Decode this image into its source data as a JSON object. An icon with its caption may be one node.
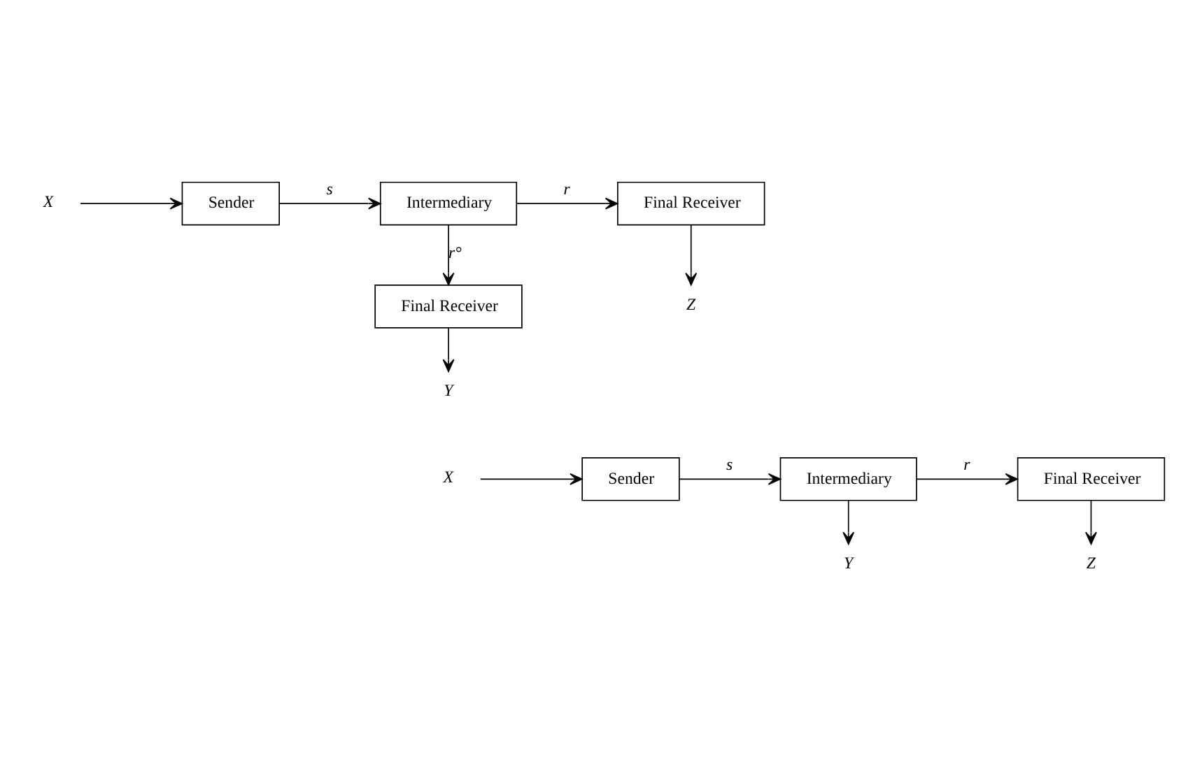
{
  "diagram": {
    "nodes": [
      {
        "text": [
          "X"
        ]
      },
      {
        "text": [
          "Sender"
        ]
      },
      {
        "text": [
          "Intermediary"
        ]
      },
      {
        "text": [
          "Final Receiver"
        ]
      },
      {
        "text": [
          "Final Receiver"
        ]
      },
      {
        "text": [
          "Z"
        ]
      },
      {
        "text": [
          "Y"
        ]
      },
      {
        "text": [
          "X"
        ]
      },
      {
        "text": [
          "Sender"
        ]
      },
      {
        "text": [
          "Intermediary"
        ]
      },
      {
        "text": [
          "Final Receiver"
        ]
      },
      {
        "text": [
          "Y"
        ]
      },
      {
        "text": [
          "Z"
        ]
      }
    ],
    "edges": [
      {
        "from": 0,
        "to": 1,
        "arrow": "to"
      },
      {
        "from": 1,
        "to": 2,
        "arrow": "to",
        "label": "s"
      },
      {
        "from": 2,
        "to": 3,
        "arrow": "to",
        "label": "r"
      },
      {
        "from": 2,
        "to": 4,
        "arrow": "to",
        "label": "r°"
      },
      {
        "from": 3,
        "to": 5,
        "arrow": "to"
      },
      {
        "from": 4,
        "to": 6,
        "arrow": "to"
      },
      {
        "from": 7,
        "to": 8,
        "arrow": "to"
      },
      {
        "from": 8,
        "to": 9,
        "arrow": "to",
        "label": "s"
      },
      {
        "from": 9,
        "to": 10,
        "arrow": "to",
        "label": "r"
      },
      {
        "from": 9,
        "to": 11,
        "arrow": "to"
      },
      {
        "from": 10,
        "to": 12,
        "arrow": "to"
      }
    ]
  }
}
